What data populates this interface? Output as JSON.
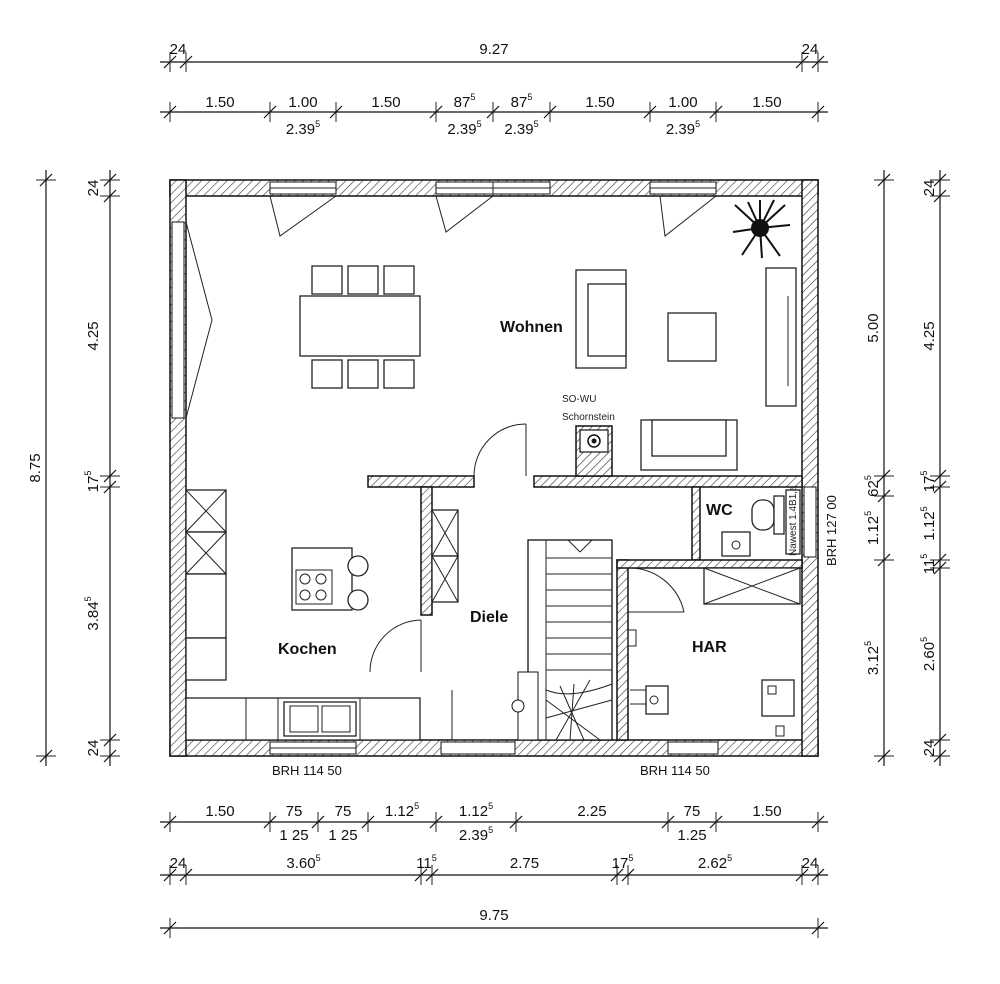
{
  "rooms": {
    "wohnen": "Wohnen",
    "kochen": "Kochen",
    "diele": "Diele",
    "wc": "WC",
    "har": "HAR"
  },
  "chimney": {
    "line1": "SO-WU",
    "line2": "Schornstein"
  },
  "sill_labels": {
    "bottom_left": "BRH 114 50",
    "bottom_right": "BRH 114 50",
    "right_side": "BRH 127 00",
    "wc_small": "Nawest 1.4B1,a"
  },
  "dims_top_outer": [
    {
      "v": "24",
      "s": ""
    },
    {
      "v": "9.27",
      "s": ""
    },
    {
      "v": "24",
      "s": ""
    }
  ],
  "dims_top_inner_upper": [
    {
      "v": "1.50",
      "s": ""
    },
    {
      "v": "1.00",
      "s": ""
    },
    {
      "v": "1.50",
      "s": ""
    },
    {
      "v": "87",
      "s": "5"
    },
    {
      "v": "87",
      "s": "5"
    },
    {
      "v": "1.50",
      "s": ""
    },
    {
      "v": "1.00",
      "s": ""
    },
    {
      "v": "1.50",
      "s": ""
    }
  ],
  "dims_top_inner_lower": [
    {
      "v": "2.39",
      "s": "5"
    },
    {
      "v": "2.39",
      "s": "5"
    },
    {
      "v": "2.39",
      "s": "5"
    },
    {
      "v": "2.39",
      "s": "5"
    }
  ],
  "dims_bottom_1_upper": [
    {
      "v": "1.50",
      "s": ""
    },
    {
      "v": "75",
      "s": ""
    },
    {
      "v": "75",
      "s": ""
    },
    {
      "v": "1.12",
      "s": "5"
    },
    {
      "v": "1.12",
      "s": "5"
    },
    {
      "v": "2.25",
      "s": ""
    },
    {
      "v": "75",
      "s": ""
    },
    {
      "v": "1.50",
      "s": ""
    }
  ],
  "dims_bottom_1_lower": [
    {
      "v": "1 25",
      "s": ""
    },
    {
      "v": "1 25",
      "s": ""
    },
    {
      "v": "2.39",
      "s": "5"
    },
    {
      "v": "1.25",
      "s": ""
    }
  ],
  "dims_bottom_2": [
    {
      "v": "24",
      "s": ""
    },
    {
      "v": "3.60",
      "s": "5"
    },
    {
      "v": "11",
      "s": "5"
    },
    {
      "v": "2.75",
      "s": ""
    },
    {
      "v": "17",
      "s": "5"
    },
    {
      "v": "2.62",
      "s": "5"
    },
    {
      "v": "24",
      "s": ""
    }
  ],
  "dims_bottom_total": {
    "v": "9.75",
    "s": ""
  },
  "dims_left_outer": {
    "v": "8.75",
    "s": ""
  },
  "dims_left_inner": [
    {
      "v": "24",
      "s": ""
    },
    {
      "v": "4.25",
      "s": ""
    },
    {
      "v": "17",
      "s": "5"
    },
    {
      "v": "3.84",
      "s": "5"
    },
    {
      "v": "24",
      "s": ""
    }
  ],
  "dims_right_a": [
    {
      "v": "5.00",
      "s": ""
    },
    {
      "v": "62",
      "s": "5"
    },
    {
      "v": "1.12",
      "s": "5"
    },
    {
      "v": "3.12",
      "s": "5"
    }
  ],
  "dims_right_b": [
    {
      "v": "24",
      "s": ""
    },
    {
      "v": "4.25",
      "s": ""
    },
    {
      "v": "17",
      "s": "5"
    },
    {
      "v": "1.12",
      "s": "5"
    },
    {
      "v": "11",
      "s": "5"
    },
    {
      "v": "2.60",
      "s": "5"
    },
    {
      "v": "24",
      "s": ""
    }
  ]
}
